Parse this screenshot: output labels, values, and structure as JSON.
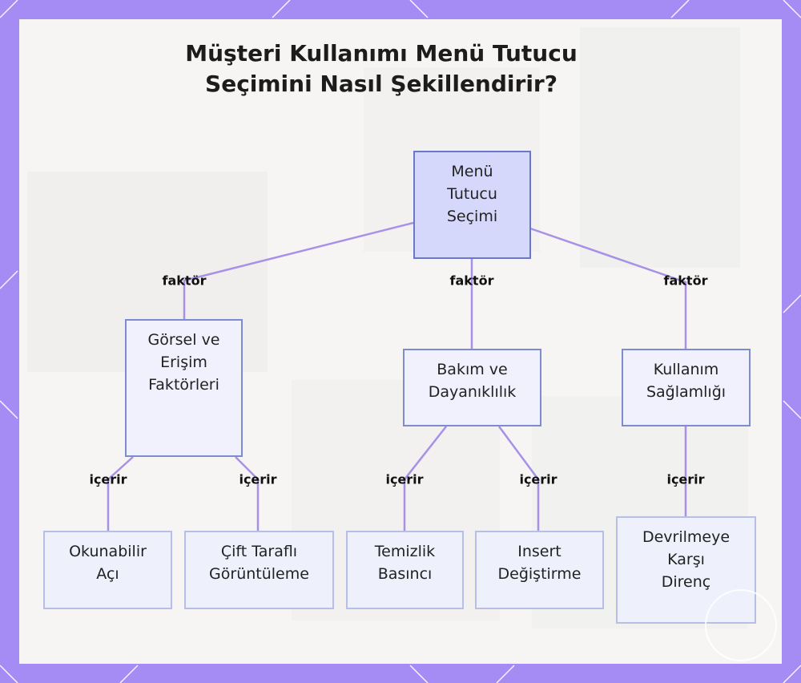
{
  "title": {
    "line1": "Müşteri Kullanımı Menü Tutucu",
    "line2": "Seçimini Nasıl Şekillendirir?"
  },
  "nodes": {
    "root": {
      "lines": [
        "Menü",
        "Tutucu",
        "Seçimi"
      ]
    },
    "visual": {
      "lines": [
        "Görsel ve",
        "Erişim",
        "Faktörleri"
      ]
    },
    "maintenance": {
      "lines": [
        "Bakım ve",
        "Dayanıklılık"
      ]
    },
    "usage": {
      "lines": [
        "Kullanım",
        "Sağlamlığı"
      ]
    },
    "readable_angle": {
      "lines": [
        "Okunabilir",
        "Açı"
      ]
    },
    "double_sided": {
      "lines": [
        "Çift Taraflı",
        "Görüntüleme"
      ]
    },
    "cleaning_pressure": {
      "lines": [
        "Temizlik",
        "Basıncı"
      ]
    },
    "insert_change": {
      "lines": [
        "Insert",
        "Değiştirme"
      ]
    },
    "tip_resistance": {
      "lines": [
        "Devrilmeye",
        "Karşı",
        "Direnç"
      ]
    }
  },
  "edge_labels": {
    "factor": "faktör",
    "contains": "içerir"
  },
  "colors": {
    "frame": "#a48cf4",
    "connector": "#a890e8",
    "root_fill": "#d6d8fb",
    "node_border": "#7d8bd0"
  }
}
